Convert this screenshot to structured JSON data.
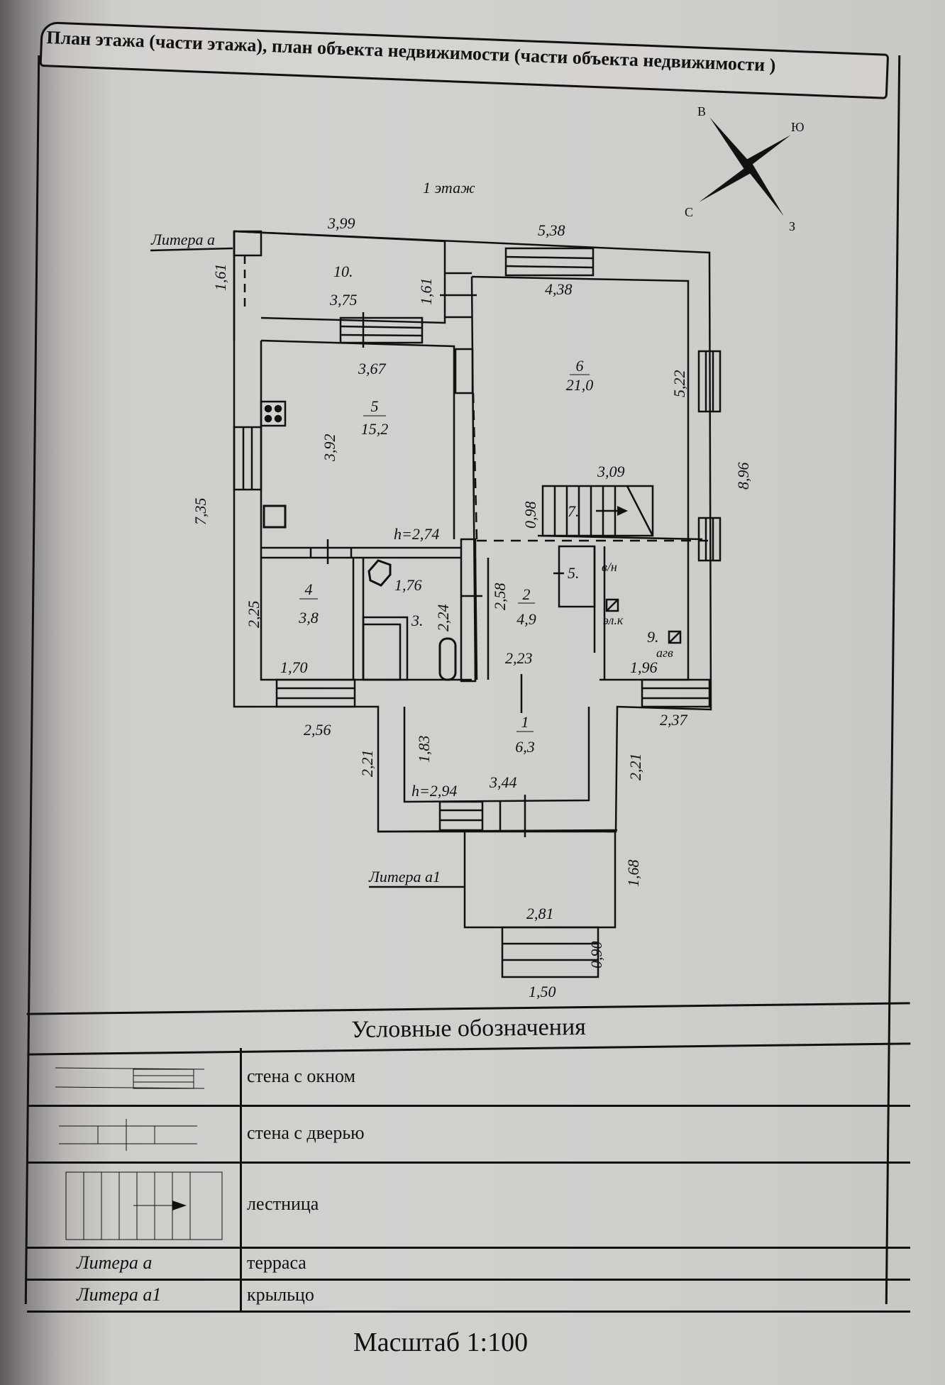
{
  "document": {
    "title": "План этажа (части этажа), план объекта недвижимости  (части объекта недвижимости )",
    "floor_label": "1 этаж",
    "scale": "Масштаб 1:100"
  },
  "compass": {
    "north_east": "В",
    "east_south": "Ю",
    "west": "С",
    "south": "З"
  },
  "plan": {
    "litera_a": "Литера а",
    "litera_a1": "Литера а1",
    "rooms": [
      {
        "number": "1",
        "area": "6,3"
      },
      {
        "number": "2",
        "area": "4,9"
      },
      {
        "number": "3.",
        "area": ""
      },
      {
        "number": "4",
        "area": "3,8"
      },
      {
        "number": "5",
        "area": "15,2"
      },
      {
        "number": "5.",
        "area": ""
      },
      {
        "number": "6",
        "area": "21,0"
      },
      {
        "number": "7.",
        "area": ""
      },
      {
        "number": "9.",
        "area": ""
      },
      {
        "number": "10.",
        "area": ""
      }
    ],
    "heights": {
      "main": "h=2,74",
      "entrance": "h=2,94"
    },
    "equipment": {
      "water": "в/н",
      "electric": "эл.к",
      "gas_boiler": "агв"
    },
    "dimensions": {
      "d_399": "3,99",
      "d_538": "5,38",
      "d_161_left": "1,61",
      "d_375": "3,75",
      "d_161_mid": "1,61",
      "d_438": "4,38",
      "d_367": "3,67",
      "d_522": "5,22",
      "d_392": "3,92",
      "d_735": "7,35",
      "d_896": "8,96",
      "d_309": "3,09",
      "d_098": "0,98",
      "d_176": "1,76",
      "d_225": "2,25",
      "d_224": "2,24",
      "d_258": "2,58",
      "d_170": "1,70",
      "d_223": "2,23",
      "d_196": "1,96",
      "d_256": "2,56",
      "d_237": "2,37",
      "d_221_left": "2,21",
      "d_183": "1,83",
      "d_221_right": "2,21",
      "d_344": "3,44",
      "d_168": "1,68",
      "d_281": "2,81",
      "d_090": "0,90",
      "d_150": "1,50"
    }
  },
  "legend": {
    "title": "Условные обозначения",
    "rows": [
      {
        "symbol": "",
        "label": "стена с окном"
      },
      {
        "symbol": "",
        "label": "стена с дверью"
      },
      {
        "symbol": "",
        "label": "лестница"
      },
      {
        "symbol": "Литера а",
        "label": "терраса"
      },
      {
        "symbol": "Литера а1",
        "label": "крыльцо"
      }
    ]
  }
}
